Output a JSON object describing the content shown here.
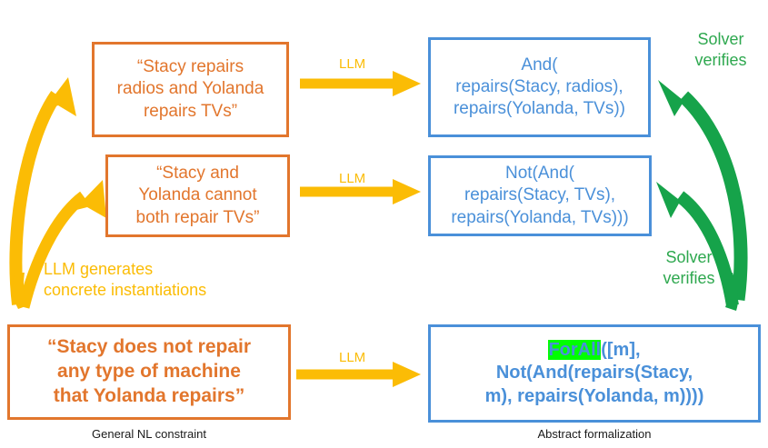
{
  "diagram": {
    "colors": {
      "nl_orange": "#E2762D",
      "fo_blue": "#4A90D9",
      "llm_yellow": "#FBBC05",
      "solver_green": "#2EA84F",
      "highlight_green": "#00FF00",
      "background": "#FFFFFF"
    },
    "columns": {
      "left_caption": "General NL constraint",
      "right_caption": "Abstract formalization"
    },
    "rows": [
      {
        "nl_text": "“Stacy repairs\nradios and Yolanda\nrepairs TVs”",
        "arrow_label": "LLM",
        "formal_text": "And(\nrepairs(Stacy, radios),\nrepairs(Yolanda, TVs))"
      },
      {
        "nl_text": "“Stacy and\nYolanda cannot\nboth repair TVs”",
        "arrow_label": "LLM",
        "formal_text": "Not(And(\nrepairs(Stacy, TVs),\nrepairs(Yolanda, TVs)))"
      },
      {
        "nl_text": "“Stacy does not repair\nany type of machine\nthat Yolanda repairs”",
        "arrow_label": "LLM",
        "formal_highlight": "ForAll",
        "formal_text": "([m],\nNot(And(repairs(Stacy,\nm), repairs(Yolanda, m))))"
      }
    ],
    "annotations": {
      "llm_generates": "LLM generates\nconcrete instantiations",
      "solver_verifies_top": "Solver\nverifies",
      "solver_verifies_bottom": "Solver\nverifies"
    }
  }
}
